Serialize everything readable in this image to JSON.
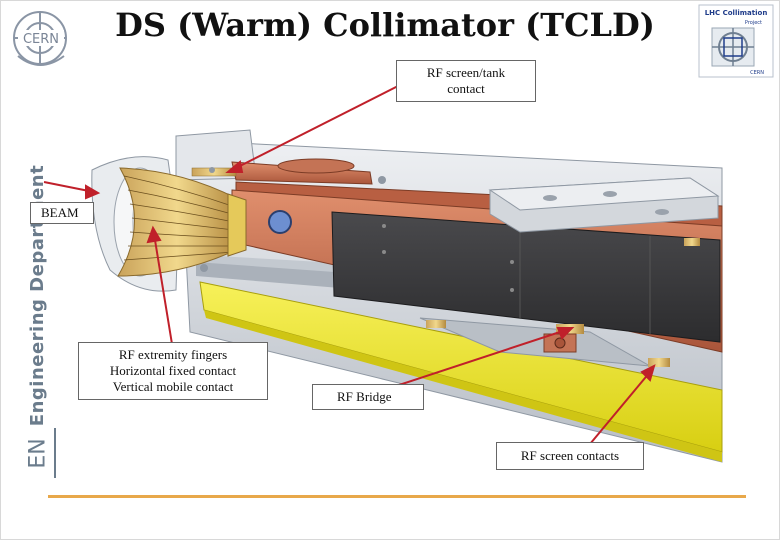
{
  "slide": {
    "title": "DS (Warm) Collimator (TCLD)",
    "side_department": "Engineering Department",
    "side_en": "EN"
  },
  "logos": {
    "cern": {
      "text": "CERN"
    },
    "lhc": {
      "line1": "LHC Collimation",
      "line2": "Project",
      "line3": "CERN"
    }
  },
  "callouts": {
    "rf_tank": {
      "lines": [
        "RF screen/tank",
        "contact"
      ]
    },
    "beam": {
      "label": "BEAM"
    },
    "fingers": {
      "lines": [
        "RF extremity fingers",
        "Horizontal fixed contact",
        "Vertical mobile contact"
      ]
    },
    "bridge": {
      "label": "RF Bridge"
    },
    "screen": {
      "label": "RF screen contacts"
    }
  },
  "colors": {
    "arrow": "#c0202a",
    "copper": "#c9704f",
    "jaw_dark": "#3a3a3c",
    "yellow_plate": "#f2ea20",
    "steel": "#d9dde2",
    "footer_rule": "#e8a84a",
    "dept_text": "#6b7c8c"
  }
}
